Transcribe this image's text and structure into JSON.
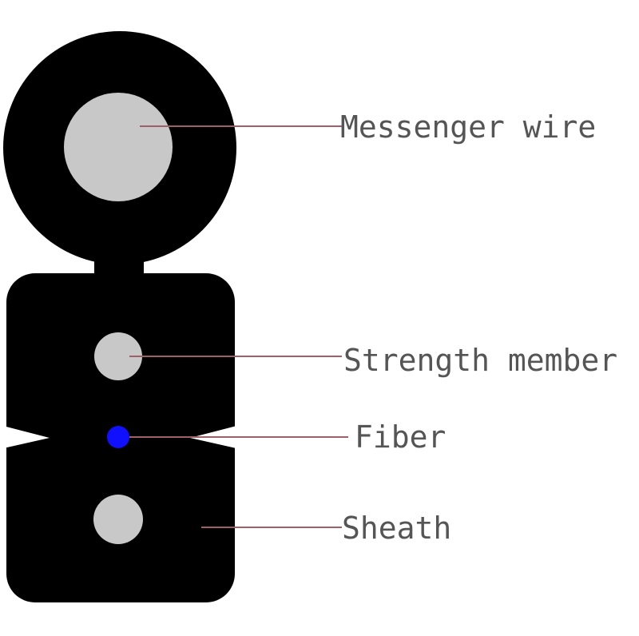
{
  "labels": {
    "messenger_wire": "Messenger wire",
    "strength_member": "Strength member",
    "fiber": "Fiber",
    "sheath": "Sheath"
  },
  "colors": {
    "sheath": "#000000",
    "messenger_wire": "#c8c8c8",
    "strength_member": "#c8c8c8",
    "fiber": "#1010ff",
    "leader_line": "#a0606a",
    "label_text": "#555555",
    "background": "#ffffff"
  }
}
